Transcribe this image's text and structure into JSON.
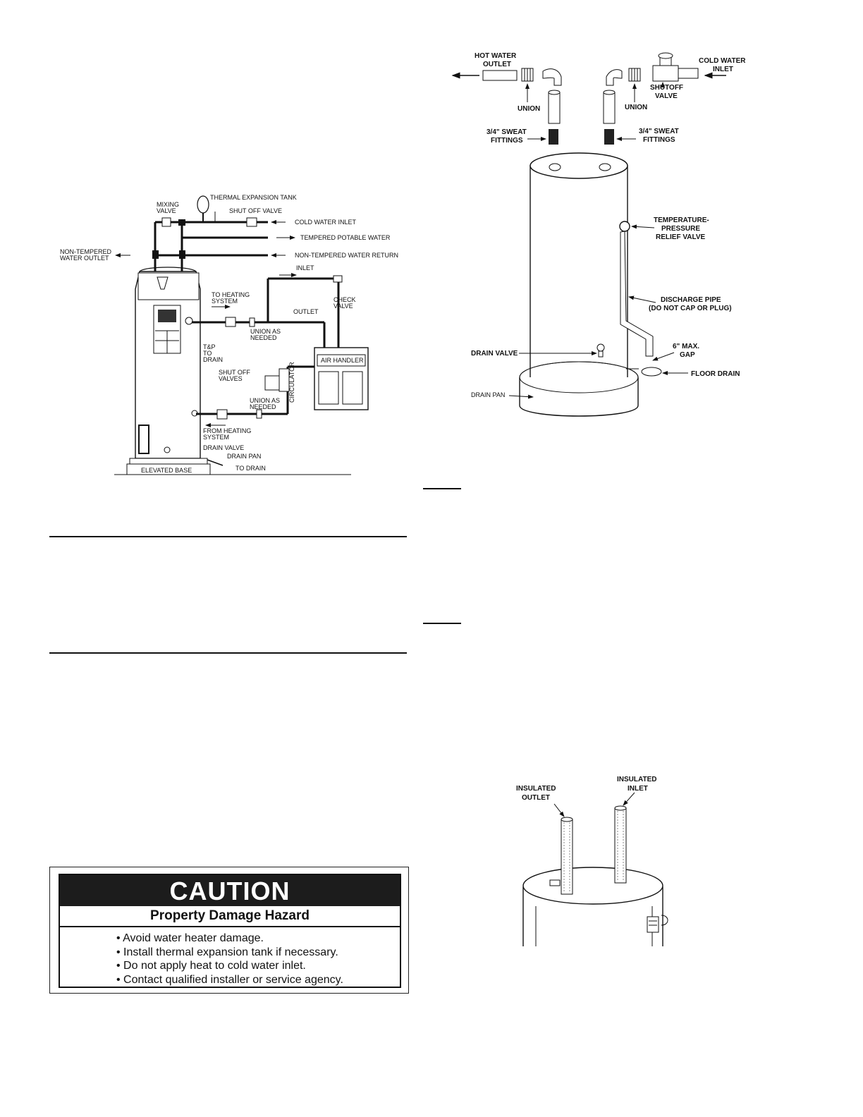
{
  "diagram1": {
    "thermal_expansion_tank": "THERMAL EXPANSION TANK",
    "mixing_valve": [
      "MIXING",
      "VALVE"
    ],
    "shut_off_valve": "SHUT OFF VALVE",
    "cold_water_inlet": "COLD WATER INLET",
    "tempered_potable_water": "TEMPERED POTABLE WATER",
    "non_tempered_water_return": "NON-TEMPERED WATER RETURN",
    "non_tempered_water_outlet": [
      "NON-TEMPERED",
      "WATER OUTLET"
    ],
    "inlet": "INLET",
    "to_heating_system": [
      "TO HEATING",
      "SYSTEM"
    ],
    "check_valve": [
      "CHECK",
      "VALVE"
    ],
    "outlet": "OUTLET",
    "union_as_needed_top": [
      "UNION AS",
      "NEEDED"
    ],
    "tp_to_drain": [
      "T&P",
      "TO",
      "DRAIN"
    ],
    "air_handler": "AIR HANDLER",
    "shut_off_valves": [
      "SHUT OFF",
      "VALVES"
    ],
    "circulator": "CIRCULATOR",
    "union_as_needed_bottom": [
      "UNION AS",
      "NEEDED"
    ],
    "from_heating_system": [
      "FROM HEATING",
      "SYSTEM"
    ],
    "drain_valve": "DRAIN VALVE",
    "drain_pan": "DRAIN PAN",
    "to_drain": "TO DRAIN",
    "elevated_base": "ELEVATED BASE"
  },
  "diagram2": {
    "hot_water_outlet": [
      "HOT WATER",
      "OUTLET"
    ],
    "cold_water_inlet": [
      "COLD WATER",
      "INLET"
    ],
    "shutoff_valve": [
      "SHUTOFF",
      "VALVE"
    ],
    "union_left": "UNION",
    "union_right": "UNION",
    "sweat_left": [
      "3/4\" SWEAT",
      "FITTINGS"
    ],
    "sweat_right": [
      "3/4\" SWEAT",
      "FITTINGS"
    ],
    "tp_relief_valve": [
      "TEMPERATURE-",
      "PRESSURE",
      "RELIEF VALVE"
    ],
    "discharge_pipe": [
      "DISCHARGE PIPE",
      "(DO NOT CAP OR PLUG)"
    ],
    "drain_valve": "DRAIN VALVE",
    "max_gap": [
      "6\" MAX.",
      "GAP"
    ],
    "floor_drain": "FLOOR DRAIN",
    "drain_pan": "DRAIN PAN"
  },
  "diagram3": {
    "insulated_outlet": [
      "INSULATED",
      "OUTLET"
    ],
    "insulated_inlet": [
      "INSULATED",
      "INLET"
    ]
  },
  "caution": {
    "title": "CAUTION",
    "subtitle": "Property Damage Hazard",
    "items": [
      "Avoid water heater damage.",
      "Install thermal expansion tank if necessary.",
      "Do not apply heat to cold water inlet.",
      "Contact qualified installer or service agency."
    ]
  },
  "colors": {
    "ink": "#111111",
    "caution_header": "#1c1c1c"
  }
}
